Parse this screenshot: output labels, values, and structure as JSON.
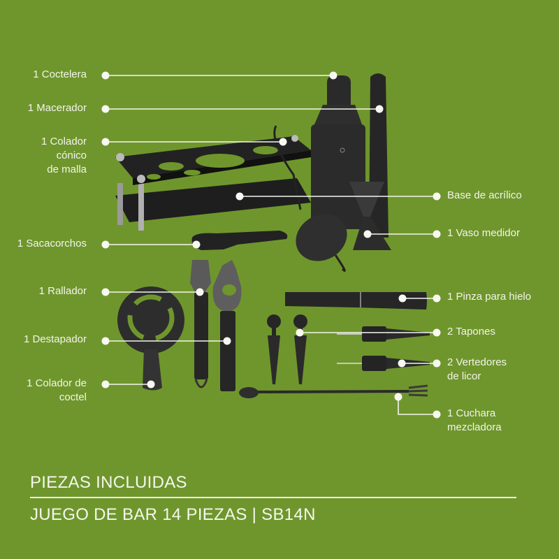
{
  "colors": {
    "background": "#6f962c",
    "text": "#f2f5ea",
    "product": "#2b2b2b",
    "product_highlight": "#555555"
  },
  "callouts_left": [
    {
      "id": "coctelera",
      "lines": [
        "1 Coctelera"
      ]
    },
    {
      "id": "macerador",
      "lines": [
        "1 Macerador"
      ]
    },
    {
      "id": "colador-conico",
      "lines": [
        "1 Colador",
        "cónico",
        "de malla"
      ]
    },
    {
      "id": "sacacorchos",
      "lines": [
        "1 Sacacorchos"
      ]
    },
    {
      "id": "rallador",
      "lines": [
        "1 Rallador"
      ]
    },
    {
      "id": "destapador",
      "lines": [
        "1 Destapador"
      ]
    },
    {
      "id": "colador-coctel",
      "lines": [
        "1 Colador de",
        "coctel"
      ]
    }
  ],
  "callouts_right": [
    {
      "id": "base-acrilico",
      "lines": [
        "Base de acrílico"
      ]
    },
    {
      "id": "vaso-medidor",
      "lines": [
        "1 Vaso medidor"
      ]
    },
    {
      "id": "pinza-hielo",
      "lines": [
        "1 Pinza para hielo"
      ]
    },
    {
      "id": "tapones",
      "lines": [
        "2 Tapones"
      ]
    },
    {
      "id": "vertedores",
      "lines": [
        "2 Vertedores",
        "de licor"
      ]
    },
    {
      "id": "cuchara",
      "lines": [
        "1 Cuchara",
        "mezcladora"
      ]
    }
  ],
  "footer": {
    "heading": "PIEZAS INCLUIDAS",
    "subheading": "JUEGO DE BAR 14 PIEZAS | SB14N"
  }
}
